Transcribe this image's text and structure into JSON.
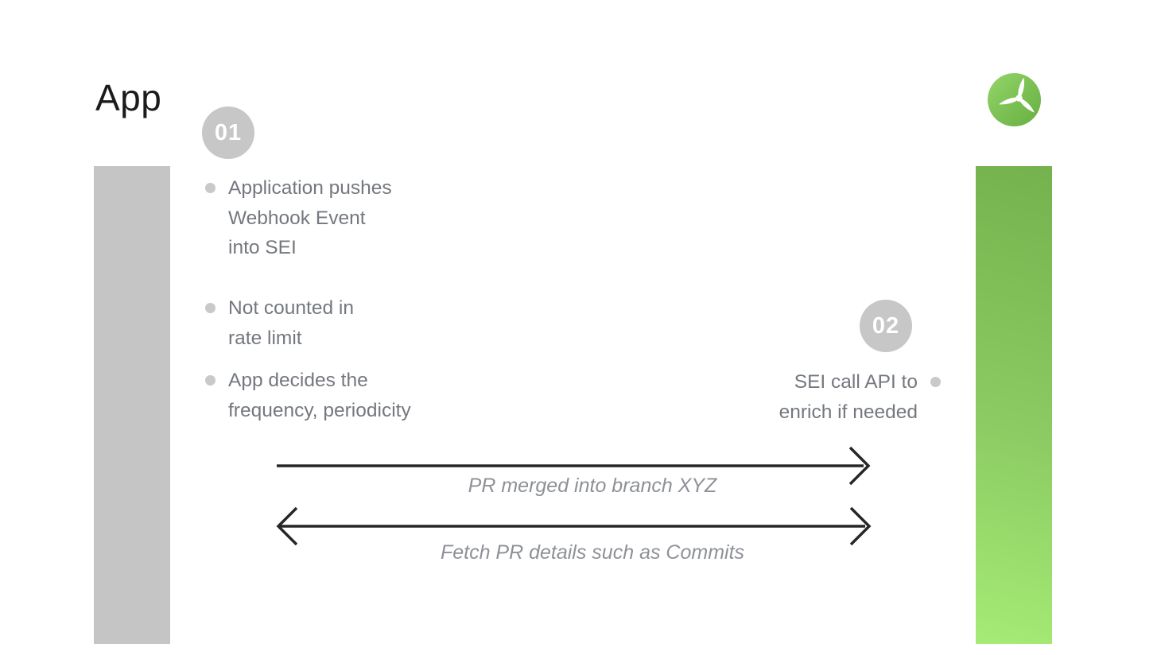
{
  "page": {
    "title": "App"
  },
  "branding": {
    "logo_icon": "propeller-icon",
    "logo_green_light": "#93d56a",
    "logo_green_dark": "#67ae3f"
  },
  "lanes": {
    "app_bar_color": "#c5c5c6",
    "sei_bar_gradient_top": "#74b24d",
    "sei_bar_gradient_bottom": "#a5eb75"
  },
  "badges": {
    "step1": "01",
    "step2": "02",
    "background": "#c7c7c8",
    "text_color": "#ffffff"
  },
  "left_list": {
    "items": [
      {
        "lines": [
          "Application pushes",
          "Webhook Event",
          "into SEI"
        ]
      },
      {
        "lines": [
          "Not counted in",
          "rate limit"
        ]
      },
      {
        "lines": [
          "App decides the",
          "frequency, periodicity"
        ]
      }
    ],
    "text_color": "#74787e",
    "bullet_color": "#c9c9cb"
  },
  "right_list": {
    "items": [
      {
        "lines": [
          "SEI call API to",
          "enrich if needed"
        ]
      }
    ]
  },
  "arrows": [
    {
      "label": "PR merged into branch XYZ",
      "direction": "right"
    },
    {
      "label": "Fetch PR details such as Commits",
      "direction": "both"
    }
  ],
  "arrow_color": "#262626",
  "label_color": "#8e9196"
}
